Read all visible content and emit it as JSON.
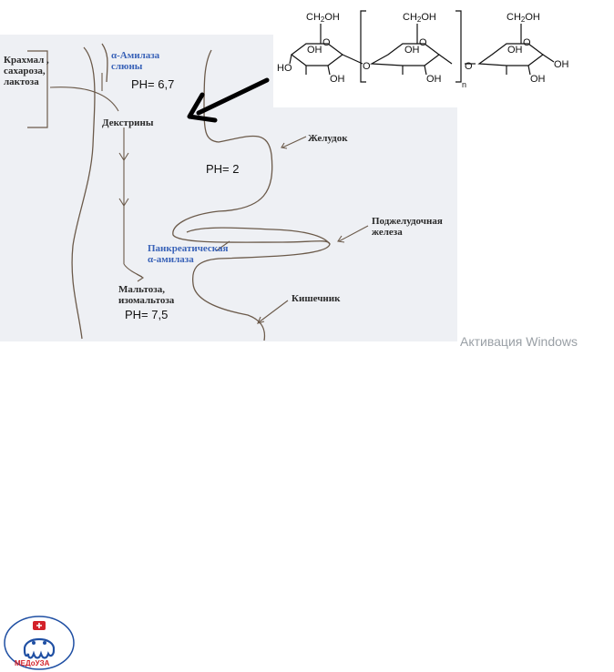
{
  "labels": {
    "starch_line1": "Крахмал ,",
    "starch_line2": "сахароза,",
    "starch_line3": "лактоза",
    "salivary_amylase_line1": "α-Амилаза",
    "salivary_amylase_line2": "слюны",
    "ph_mouth": "PH= 6,7",
    "dextrins": "Декстрины",
    "stomach": "Желудок",
    "ph_stomach": "PH= 2",
    "pancreas_line1": "Поджелудочная",
    "pancreas_line2": "железа",
    "pancreatic_amylase_line1": "Панкреатическая",
    "pancreatic_amylase_line2": "α-амилаза",
    "maltose_line1": "Мальтоза,",
    "maltose_line2": "изомальтоза",
    "ph_intestine": "PH= 7,5",
    "intestine": "Кишечник"
  },
  "formula": {
    "ch2oh": "CH",
    "ch2oh_sub": "2",
    "ch2oh_tail": "OH",
    "oh": "OH",
    "ho": "HO",
    "o": "O",
    "n": "n"
  },
  "watermark": "Активация Windows",
  "logo": {
    "text": "МЕДоУЗА"
  },
  "colors": {
    "panel_bg": "#eef0f4",
    "label_blue": "#3a63b8",
    "line": "#6b5a4a",
    "logo_blue": "#1f4fa3",
    "logo_red": "#d3222a"
  }
}
